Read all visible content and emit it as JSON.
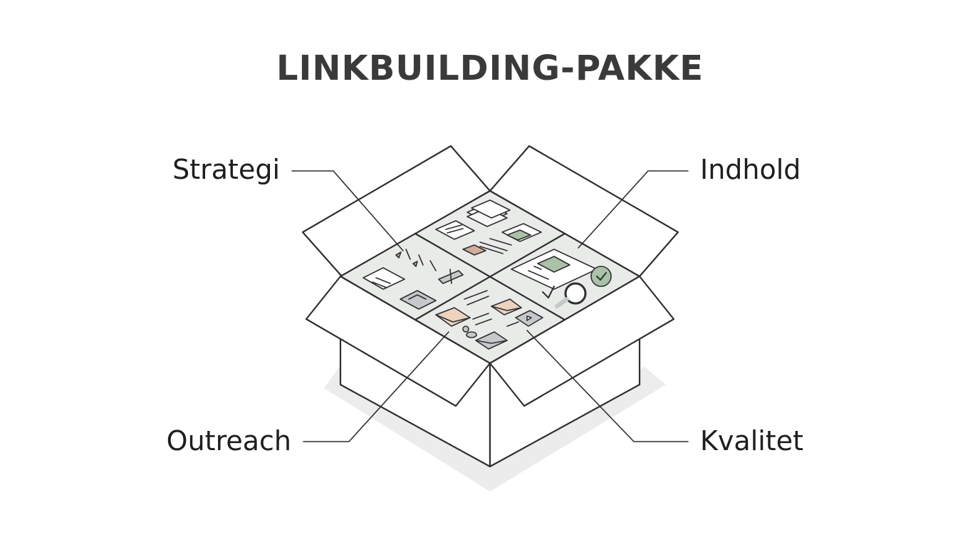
{
  "title": "LINKBUILDING-PAKKE",
  "labels": {
    "strategi": "Strategi",
    "indhold": "Indhold",
    "outreach": "Outreach",
    "kvalitet": "Kvalitet"
  },
  "colors": {
    "stroke": "#2f2f2f",
    "panel_fill": "#e9ebe9",
    "green": "#a9c2a8",
    "tan": "#cfae9c",
    "peach": "#ecd3c0",
    "grey_icon": "#c5c9cb",
    "shadow": "#ececec"
  }
}
